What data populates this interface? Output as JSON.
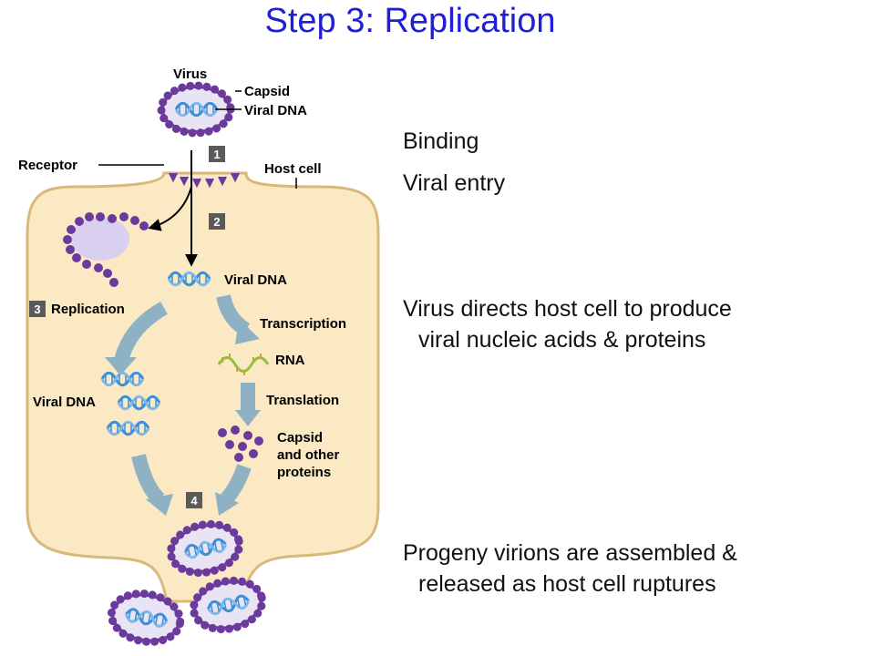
{
  "title": "Step 3: Replication",
  "diagram_labels": {
    "virus": "Virus",
    "capsid": "Capsid",
    "viral_dna_top": "Viral DNA",
    "receptor": "Receptor",
    "host_cell": "Host cell",
    "viral_dna_mid": "Viral DNA",
    "replication": "Replication",
    "transcription": "Transcription",
    "rna": "RNA",
    "viral_dna_left": "Viral DNA",
    "translation": "Translation",
    "capsid_other_1": "Capsid",
    "capsid_other_2": "and other",
    "capsid_other_3": "proteins"
  },
  "step_badges": [
    "1",
    "2",
    "3",
    "4"
  ],
  "steps": {
    "binding": "Binding",
    "entry": "Viral entry",
    "directs_line1": "Virus directs host cell to produce",
    "directs_line2": "viral nucleic acids & proteins",
    "progeny_line1": "Progeny virions are assembled &",
    "progeny_line2": "released as host cell ruptures"
  },
  "colors": {
    "title": "#1f1fd6",
    "cell_fill": "#fbe9c4",
    "cell_stroke": "#d8b97a",
    "capsid": "#6b3a9c",
    "dna": "#3b8fd8",
    "rna": "#8bc43a",
    "arrow": "#8fb1c4"
  }
}
